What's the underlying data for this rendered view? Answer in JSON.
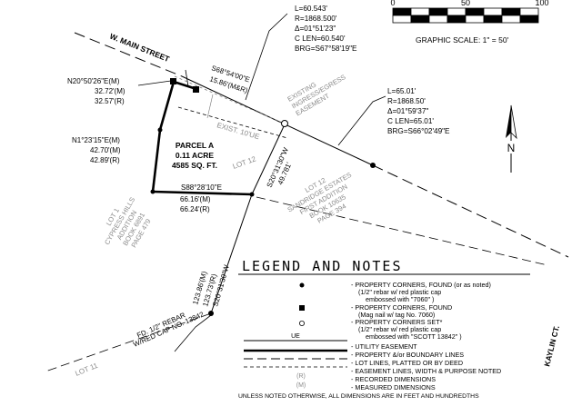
{
  "street": {
    "name": "W. MAIN STREET",
    "curve1": {
      "l": "L=60.543'",
      "r": "R=1868.500'",
      "delta": "Δ=01°51'23\"",
      "clen": "C LEN=60.540'",
      "brg": "BRG=S67°58'19\"E"
    },
    "curve2": {
      "l": "L=65.01'",
      "r": "R=1868.50'",
      "delta": "Δ=01°59'37\"",
      "clen": "C LEN=65.01'",
      "brg": "BRG=S66°02'49\"E"
    }
  },
  "scale": {
    "ticks": [
      "0",
      "50",
      "100"
    ],
    "label": "GRAPHIC SCALE: 1\" = 50'"
  },
  "north": "N",
  "parcel": {
    "name": "PARCEL A",
    "acre": "0.11 ACRE",
    "sqft": "4585 SQ. FT.",
    "top_bearing": "S68°54'00\"E",
    "top_dist": "15.86'(M&R)",
    "nw_bearing": "N20°50'26\"E(M)",
    "nw_dist_m": "32.72'(M)",
    "nw_dist_r": "32.57'(R)",
    "west_bearing": "N1°23'15\"E(M)",
    "west_dist_m": "42.70'(M)",
    "west_dist_r": "42.89'(R)",
    "south_bearing": "S88°28'10\"E",
    "south_dist_m": "66.16'(M)",
    "south_dist_r": "66.24'(R)",
    "east_bearing": "S20°31'30\"W",
    "east_dist": "49.781'",
    "ue": "EXIST. 10'UE",
    "lot": "LOT 12"
  },
  "easement": [
    "EXISTING",
    "INGRESS/EGRESS",
    "EASEMENT"
  ],
  "sandridge": [
    "LOT 12",
    "SANDRIDGE ESTATES",
    "FIRST ADDITION",
    "BOOK 10635",
    "PAGE 394"
  ],
  "cypress": [
    "LOT 1",
    "CYPRESS HILLS",
    "ADDITION",
    "BOOK 6891",
    "PAGE 479"
  ],
  "long_line": {
    "m": "123.86'(M)",
    "r": "123.73'(R)",
    "brg": "S20°31'30\"W"
  },
  "rebar": [
    "FD. 1/2\" REBAR",
    "W/RED CAP NO. 13842"
  ],
  "lot11": "LOT 11",
  "kaylin": "KAYLIN CT.",
  "legend": {
    "title": "LEGEND AND NOTES",
    "items": [
      [
        "- PROPERTY CORNERS, FOUND (or as noted)",
        "(1/2\" rebar w/ red plastic cap",
        "embossed with \"7060\" )"
      ],
      [
        "- PROPERTY CORNERS, FOUND",
        "(Mag nail w/ tag No. 7060)"
      ],
      [
        "- PROPERTY CORNERS SET*",
        "(1/2\" rebar w/ red plastic cap",
        "embossed with \"SCOTT 13842\" )"
      ],
      [
        "- UTILITY EASEMENT"
      ],
      [
        "- PROPERTY &/or BOUNDARY LINES"
      ],
      [
        "- LOT LINES, PLATTED OR BY DEED"
      ],
      [
        "- EASEMENT LINES, WIDTH & PURPOSE NOTED"
      ],
      [
        "- RECORDED DIMENSIONS"
      ],
      [
        "- MEASURED DIMENSIONS"
      ]
    ],
    "ue": "UE",
    "rec": "(R)",
    "meas": "(M)",
    "note": "UNLESS NOTED OTHERWISE, ALL DIMENSIONS ARE IN FEET AND HUNDREDTHS"
  }
}
